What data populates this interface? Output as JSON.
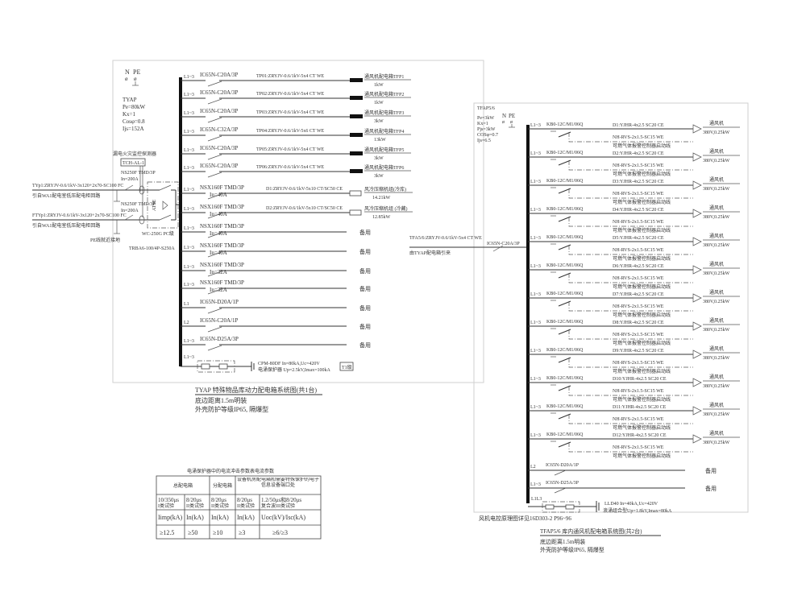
{
  "panel1": {
    "supply_header": {
      "n": "N",
      "pe": "PE"
    },
    "info": [
      "TYAP",
      "Pe=80kW",
      "Kx=1",
      "Cosφ=0.8",
      "Ijs=152A"
    ],
    "fire_monitor_label": "漏电火灾监控探测器",
    "fire_monitor_box": "TCH-AL-1",
    "incoming": [
      {
        "cable": "TYp1:ZRYJV-0.6/1kV-3x120+2x70-SC100 FC",
        "source": "引自WA1配电室低压配电柜回路",
        "breaker": "NS250F TMD/3P",
        "setting": "In=200A"
      },
      {
        "cable": "FTYp1:ZRYJV-0.6/1kV-3x120+2x70-SC100 FC",
        "source": "引自WA1配电室低压配电柜回路",
        "breaker": "NS250F TMD/3P",
        "setting": "In=200A"
      }
    ],
    "ats_label": "ATSE",
    "ats_model": "WC-250G PC级",
    "ats_spec": "TRBA6-100/4P-S250A",
    "ground_label": "PE线就近接地",
    "circuits": [
      {
        "phase": "L1~3",
        "breaker": "IC65N-C20A/3P",
        "setting": "",
        "cable": "TP01:ZRYJV-0.6/1kV-5x4 CT WE",
        "load": "通风机配电箱TFP1",
        "power": "1kW",
        "load_type": "box-filled"
      },
      {
        "phase": "L1~3",
        "breaker": "IC65N-C20A/3P",
        "setting": "",
        "cable": "TP02:ZRYJV-0.6/1kV-5x4 CT WE",
        "load": "通风机配电箱TFP2",
        "power": "1kW",
        "load_type": "box-filled"
      },
      {
        "phase": "L1~3",
        "breaker": "IC65N-C20A/3P",
        "setting": "",
        "cable": "TP03:ZRYJV-0.6/1kV-5x4 CT WE",
        "load": "通风机配电箱TFP3",
        "power": "3kW",
        "load_type": "box-filled"
      },
      {
        "phase": "L1~3",
        "breaker": "IC65N-C32A/3P",
        "setting": "",
        "cable": "TP04:ZRYJV-0.6/1kV-5x6 CT WE",
        "load": "通风机配电箱TFP4",
        "power": "13kW",
        "load_type": "box-filled"
      },
      {
        "phase": "L1~3",
        "breaker": "IC65N-C20A/3P",
        "setting": "",
        "cable": "TP05:ZRYJV-0.6/1kV-5x4 CT WE",
        "load": "通风机配电箱TFP5",
        "power": "3kW",
        "load_type": "box-filled"
      },
      {
        "phase": "L1~3",
        "breaker": "IC65N-C20A/3P",
        "setting": "",
        "cable": "TP06:ZRYJV-0.6/1kV-5x4 CT WE",
        "load": "通风机配电箱TFP6",
        "power": "3kW",
        "load_type": "box-filled"
      },
      {
        "phase": "L1~3",
        "breaker": "NSX160F TMD/3P",
        "setting": "In=40A",
        "cable": "D1:ZRYJV-0.6/1kV-5x10 CT/SC50 CE",
        "load": "风冷压缩机组(冷库)",
        "power": "14.21kW",
        "load_type": "box-open"
      },
      {
        "phase": "L1~3",
        "breaker": "NSX160F TMD/3P",
        "setting": "In=40A",
        "cable": "D2:ZRYJV-0.6/1kV-5x10 CT/SC50 CE",
        "load": "风冷压缩机组 (冷藏)",
        "power": "12.85kW",
        "load_type": "box-open"
      },
      {
        "phase": "L1~3",
        "breaker": "NSX160F TMD/3P",
        "setting": "In=40A",
        "cable": "",
        "load": "备用",
        "power": "",
        "load_type": "spare"
      },
      {
        "phase": "L1~3",
        "breaker": "NSX160F TMD/3P",
        "setting": "In=40A",
        "cable": "",
        "load": "备用",
        "power": "",
        "load_type": "spare"
      },
      {
        "phase": "L1~3",
        "breaker": "NSX160F TMD/3P",
        "setting": "In=32A",
        "cable": "",
        "load": "备用",
        "power": "",
        "load_type": "spare"
      },
      {
        "phase": "L1~3",
        "breaker": "NSX160F TMD/3P",
        "setting": "In=32A",
        "cable": "",
        "load": "备用",
        "power": "",
        "load_type": "spare"
      },
      {
        "phase": "L1",
        "breaker": "IC65N-D20A/1P",
        "setting": "",
        "cable": "",
        "load": "备用",
        "power": "",
        "load_type": "spare"
      },
      {
        "phase": "L2",
        "breaker": "IC65N-C20A/1P",
        "setting": "",
        "cable": "",
        "load": "备用",
        "power": "",
        "load_type": "spare"
      },
      {
        "phase": "L1~3",
        "breaker": "IC65N-D25A/3P",
        "setting": "",
        "cable": "",
        "load": "备用",
        "power": "",
        "load_type": "spare"
      }
    ],
    "spd": {
      "phase": "L1~3",
      "line1": "CPM-80DF In=80kA,Uc=420V",
      "line2": "电涌保护器 Up=2.5kV,Imax=100kA",
      "tag": "T1级"
    },
    "title": "TYAP 特殊物品库动力配电箱系统图(共1台)",
    "notes": [
      "底边距离1.5m明装",
      "外壳防护等级IP65, 隔爆型"
    ]
  },
  "spd_table": {
    "caption": "电涌保护器中的电流冲击参数表电流参数",
    "group_headers": [
      "总配电箱",
      "分配电箱",
      "设备机房配电箱和需要特殊保护的电子信息设备端口处"
    ],
    "test_headers": [
      "10/350μs I类试验",
      "8/20μs II类试验",
      "8/20μs II类试验",
      "8/20μs II类试验",
      "1.2/50μs和8/20μs 复合波III类试验"
    ],
    "param_row": [
      "Iimp(kA)",
      "In(kA)",
      "In(kA)",
      "In(kA)",
      "Uoc(kV)/Isc(kA)"
    ],
    "value_row": [
      "≥12.5",
      "≥50",
      "≥10",
      "≥3",
      "≥6/≥3"
    ]
  },
  "panel2": {
    "id": "TFAP5/6",
    "supply_header": {
      "n": "N",
      "pe": "PE"
    },
    "info": [
      "Pe=3kW",
      "Kx=1",
      "Pjs=3kW",
      "COSφ=0.7",
      "Ijs=6.5"
    ],
    "incoming": {
      "cable": "TFA5/6:ZRYJV-0.6/1kV-5x4 CT WE",
      "source": "由TYAP配电箱引来",
      "breaker": "IC65N-C20A/3P"
    },
    "fan_circuits": [
      {
        "phase": "L1~3",
        "breaker": "KB0-12C/M1/06Q",
        "cable": "D1:YJHR-4x2.5 SC20 CE",
        "control_cable": "NH-RVS-2x1.5-SC15 WE",
        "control_note": "可燃气体报警控制器启动线",
        "load": "通风机",
        "rating": "380V,0.25kW"
      },
      {
        "phase": "L1~3",
        "breaker": "KB0-12C/M1/06Q",
        "cable": "D2:YJHR-4x2.5 SC20 CE",
        "control_cable": "NH-RVS-2x1.5-SC15 WE",
        "control_note": "可燃气体报警控制器启动线",
        "load": "通风机",
        "rating": "380V,0.25kW"
      },
      {
        "phase": "L1~3",
        "breaker": "KB0-12C/M1/06Q",
        "cable": "D3:YJHR-4x2.5 SC20 CE",
        "control_cable": "NH-RVS-2x1.5-SC15 WE",
        "control_note": "可燃气体报警控制器启动线",
        "load": "通风机",
        "rating": "380V,0.25kW"
      },
      {
        "phase": "L1~3",
        "breaker": "KB0-12C/M1/06Q",
        "cable": "D4:YJHR-4x2.5 SC20 CE",
        "control_cable": "NH-RVS-2x1.5-SC15 WE",
        "control_note": "可燃气体报警控制器启动线",
        "load": "通风机",
        "rating": "380V,0.25kW"
      },
      {
        "phase": "L1~3",
        "breaker": "KB0-12C/M1/06Q",
        "cable": "D5:YJHR-4x2.5 SC20 CE",
        "control_cable": "NH-RVS-2x1.5-SC15 WE",
        "control_note": "可燃气体报警控制器启动线",
        "load": "通风机",
        "rating": "380V,0.25kW"
      },
      {
        "phase": "L1~3",
        "breaker": "KB0-12C/M1/06Q",
        "cable": "D6:YJHR-4x2.5 SC20 CE",
        "control_cable": "NH-RVS-2x1.5-SC15 WE",
        "control_note": "可燃气体报警控制器启动线",
        "load": "通风机",
        "rating": "380V,0.25kW"
      },
      {
        "phase": "L1~3",
        "breaker": "KB0-12C/M1/06Q",
        "cable": "D7:YJHR-4x2.5 SC20 CE",
        "control_cable": "NH-RVS-2x1.5-SC15 WE",
        "control_note": "可燃气体报警控制器启动线",
        "load": "通风机",
        "rating": "380V,0.25kW"
      },
      {
        "phase": "L1~3",
        "breaker": "KB0-12C/M1/06Q",
        "cable": "D8:YJHR-4x2.5 SC20 CE",
        "control_cable": "NH-RVS-2x1.5-SC15 WE",
        "control_note": "可燃气体报警控制器启动线",
        "load": "通风机",
        "rating": "380V,0.25kW"
      },
      {
        "phase": "L1~3",
        "breaker": "KB0-12C/M1/06Q",
        "cable": "D9:YJHR-4x2.5 SC20 CE",
        "control_cable": "NH-RVS-2x1.5-SC15 WE",
        "control_note": "可燃气体报警控制器启动线",
        "load": "通风机",
        "rating": "380V,0.25kW"
      },
      {
        "phase": "L1~3",
        "breaker": "KB0-12C/M1/06Q",
        "cable": "D10:YJHR-4x2.5 SC20 CE",
        "control_cable": "NH-RVS-2x1.5-SC15 WE",
        "control_note": "可燃气体报警控制器启动线",
        "load": "通风机",
        "rating": "380V,0.25kW"
      },
      {
        "phase": "L1~3",
        "breaker": "KB0-12C/M1/06Q",
        "cable": "D11:YJHR-4x2.5 SC20 CE",
        "control_cable": "NH-RVS-2x1.5-SC15 WE",
        "control_note": "可燃气体报警控制器启动线",
        "load": "通风机",
        "rating": "380V,0.25kW"
      },
      {
        "phase": "L1~3",
        "breaker": "KB0-12C/M1/06Q",
        "cable": "D12:YJHR-4x2.5 SC20 CE",
        "control_cable": "NH-RVS-2x1.5-SC15 WE",
        "control_note": "可燃气体报警控制器启动线",
        "load": "通风机",
        "rating": "380V,0.25kW"
      }
    ],
    "spare_circuits": [
      {
        "phase": "L2",
        "breaker": "IC65N-D20A/1P",
        "load": "备用"
      },
      {
        "phase": "L1~3",
        "breaker": "IC65N-D25A/3P",
        "load": "备用"
      }
    ],
    "spd": {
      "phase": "L1L3",
      "line1": "LLD40  In=40kA,Uc=420V",
      "line2": "浪涌组合型Up=1.8kV,Imax=80kA"
    },
    "control_ref": "风机电控原理图详见16D303-2  P96~96",
    "title": "TFAP5/6 库内通风机配电箱系统图(共2台)",
    "notes": [
      "底边距离1.5m明装",
      "外壳防护等级IP65, 隔爆型"
    ]
  }
}
